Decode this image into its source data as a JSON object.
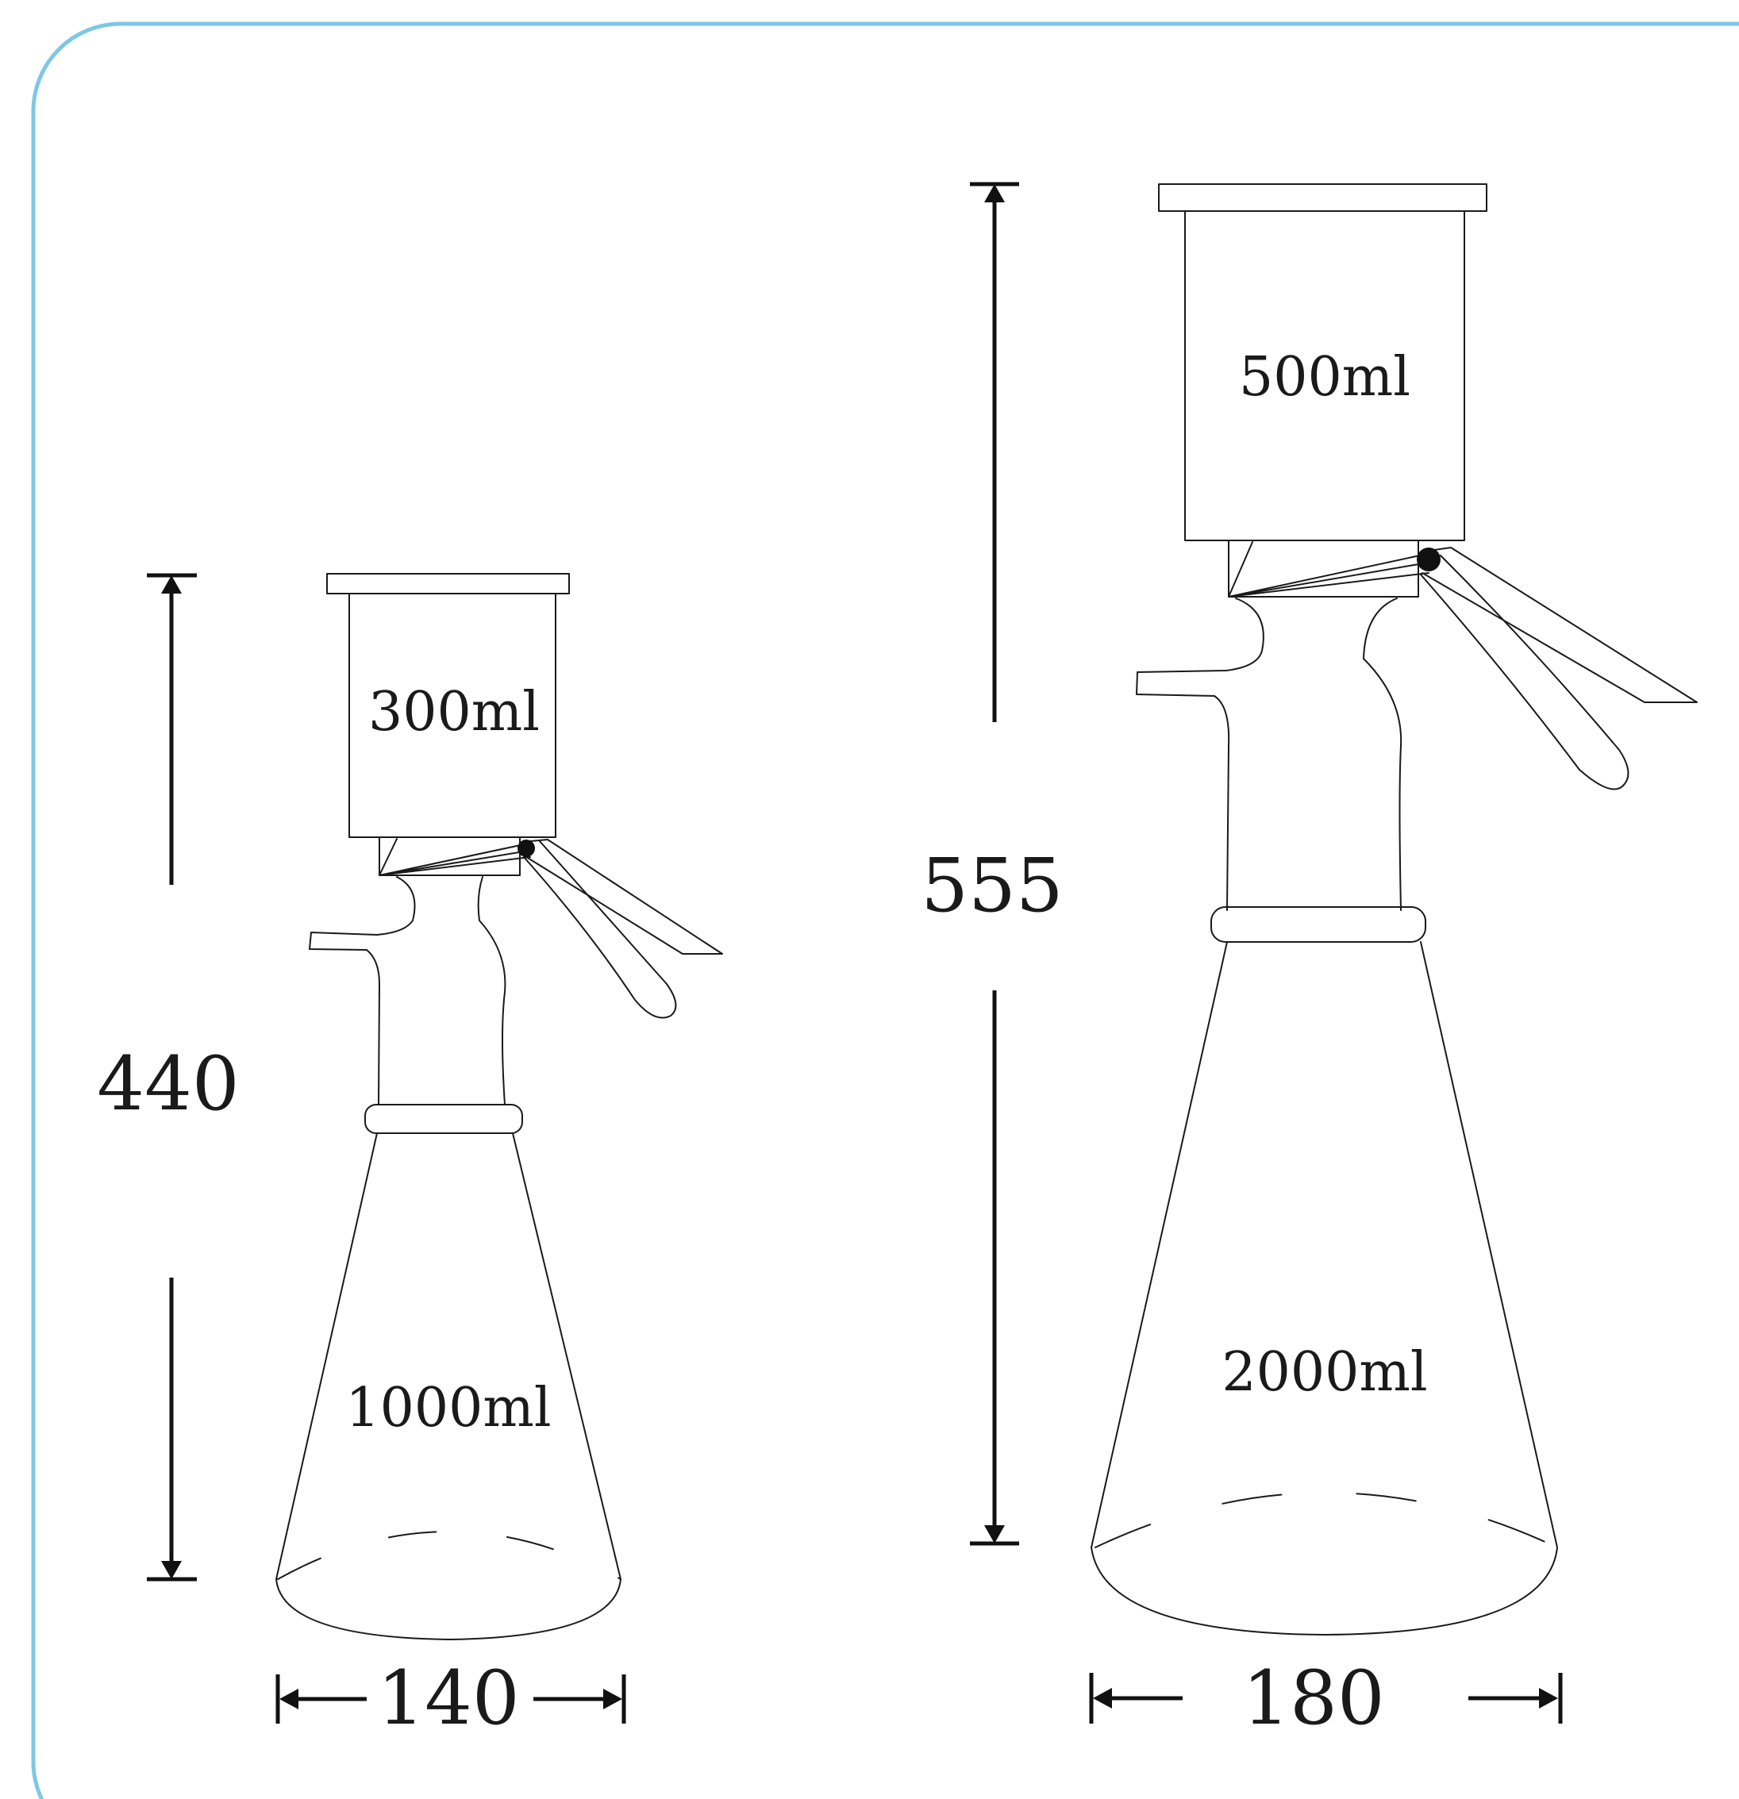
{
  "frame": {
    "border_color": "#7cc8e4",
    "background": "#ffffff",
    "line_color": "#1a1a1a"
  },
  "left_unit": {
    "funnel_label": "300ml",
    "flask_label": "1000ml",
    "height_label": "440",
    "width_label": "140"
  },
  "right_unit": {
    "funnel_label": "500ml",
    "flask_label": "2000ml",
    "height_label": "555",
    "width_label": "180"
  }
}
